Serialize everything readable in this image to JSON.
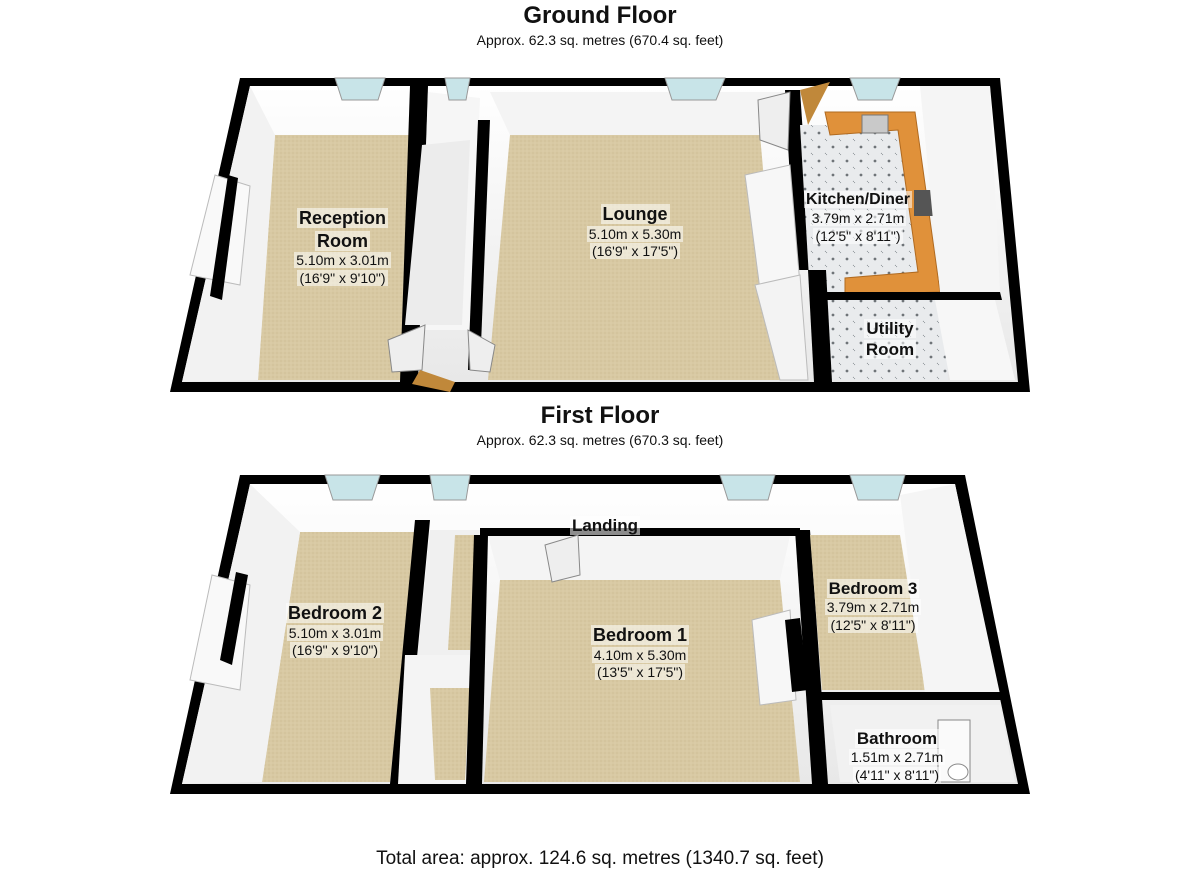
{
  "ground_floor": {
    "title": "Ground Floor",
    "area": "Approx.  62.3 sq. metres (670.4 sq. feet)",
    "rooms": {
      "reception": {
        "name_line1": "Reception",
        "name_line2": "Room",
        "dim_m": "5.10m x 3.01m",
        "dim_ft": "(16'9\" x 9'10\")"
      },
      "lounge": {
        "name": "Lounge",
        "dim_m": "5.10m x 5.30m",
        "dim_ft": "(16'9\" x 17'5\")"
      },
      "kitchen": {
        "name": "Kitchen/Diner",
        "dim_m": "3.79m x 2.71m",
        "dim_ft": "(12'5\" x 8'11\")"
      },
      "utility": {
        "name_line1": "Utility",
        "name_line2": "Room"
      }
    }
  },
  "first_floor": {
    "title": "First Floor",
    "area": "Approx.  62.3 sq. metres (670.3 sq. feet)",
    "rooms": {
      "bedroom2": {
        "name": "Bedroom 2",
        "dim_m": "5.10m x 3.01m",
        "dim_ft": "(16'9\" x 9'10\")"
      },
      "landing": {
        "name": "Landing"
      },
      "bedroom1": {
        "name": "Bedroom 1",
        "dim_m": "4.10m x 5.30m",
        "dim_ft": "(13'5\" x 17'5\")"
      },
      "bedroom3": {
        "name": "Bedroom 3",
        "dim_m": "3.79m x 2.71m",
        "dim_ft": "(12'5\" x 8'11\")"
      },
      "bathroom": {
        "name": "Bathroom",
        "dim_m": "1.51m x 2.71m",
        "dim_ft": "(4'11\" x 8'11\")"
      }
    }
  },
  "total_area": "Total area: approx. 124.6 sq. metres (1340.7 sq. feet)",
  "colors": {
    "wall": "#000000",
    "carpet": "#d8c9a3",
    "tile": "#e6e8ea",
    "worktop": "#e0913a",
    "wall_face": "#f4f4f4",
    "glass": "#c8e4e8"
  }
}
